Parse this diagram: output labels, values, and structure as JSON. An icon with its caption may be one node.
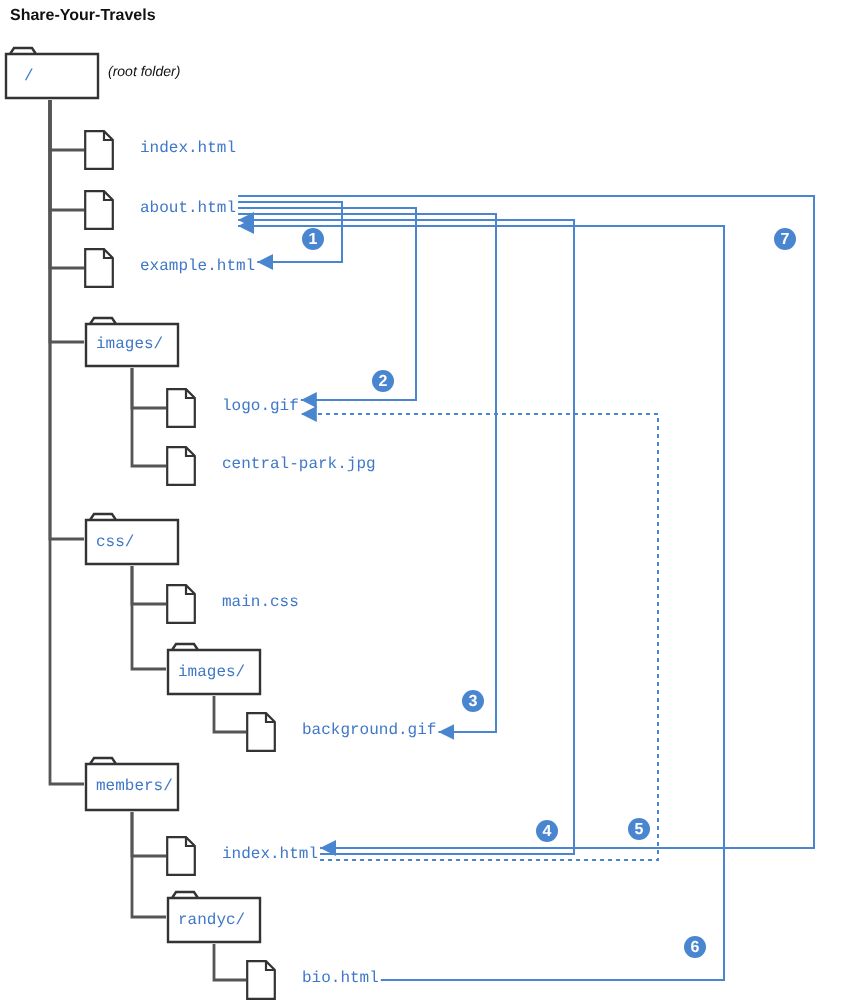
{
  "diagram": {
    "title": "Share-Your-Travels",
    "nodes": [
      {
        "text": [
          "/"
        ],
        "beside": [
          "(root folder)"
        ]
      },
      {
        "text": [
          "index.html"
        ]
      },
      {
        "text": [
          "about.html"
        ]
      },
      {
        "text": [
          "example.html"
        ]
      },
      {
        "text": [
          "images/"
        ]
      },
      {
        "text": [
          "logo.gif"
        ]
      },
      {
        "text": [
          "central-park.jpg"
        ]
      },
      {
        "text": [
          "css/"
        ]
      },
      {
        "text": [
          "main.css"
        ]
      },
      {
        "text": [
          "images/"
        ]
      },
      {
        "text": [
          "background.gif"
        ]
      },
      {
        "text": [
          "members/"
        ]
      },
      {
        "text": [
          "index.html"
        ]
      },
      {
        "text": [
          "randyc/"
        ]
      },
      {
        "text": [
          "bio.html"
        ]
      }
    ],
    "edges": [
      {
        "from": 0,
        "to": 1,
        "arrow": "none"
      },
      {
        "from": 0,
        "to": 2,
        "arrow": "none"
      },
      {
        "from": 0,
        "to": 3,
        "arrow": "none"
      },
      {
        "from": 0,
        "to": 4,
        "arrow": "none"
      },
      {
        "from": 0,
        "to": 7,
        "arrow": "none"
      },
      {
        "from": 0,
        "to": 11,
        "arrow": "none"
      },
      {
        "from": 4,
        "to": 5,
        "arrow": "none"
      },
      {
        "from": 4,
        "to": 6,
        "arrow": "none"
      },
      {
        "from": 7,
        "to": 8,
        "arrow": "none"
      },
      {
        "from": 7,
        "to": 9,
        "arrow": "none"
      },
      {
        "from": 9,
        "to": 10,
        "arrow": "none"
      },
      {
        "from": 11,
        "to": 12,
        "arrow": "none"
      },
      {
        "from": 11,
        "to": 13,
        "arrow": "none"
      },
      {
        "from": 13,
        "to": 14,
        "arrow": "none"
      },
      {
        "from": 2,
        "to": 3,
        "arrow": "to",
        "label": "1",
        "color": "#4a86d0"
      },
      {
        "from": 2,
        "to": 5,
        "arrow": "to",
        "label": "2",
        "color": "#4a86d0"
      },
      {
        "from": 2,
        "to": 10,
        "arrow": "to",
        "label": "3",
        "color": "#4a86d0"
      },
      {
        "from": 12,
        "to": 2,
        "arrow": "to",
        "label": "4",
        "color": "#4a86d0"
      },
      {
        "from": 12,
        "to": 5,
        "arrow": "to",
        "label": "5",
        "style": "dashed",
        "color": "#4a86d0"
      },
      {
        "from": 14,
        "to": 2,
        "arrow": "to",
        "label": "6",
        "color": "#4a86d0"
      },
      {
        "from": 2,
        "to": 12,
        "arrow": "to",
        "label": "7",
        "color": "#4a86d0"
      }
    ]
  }
}
